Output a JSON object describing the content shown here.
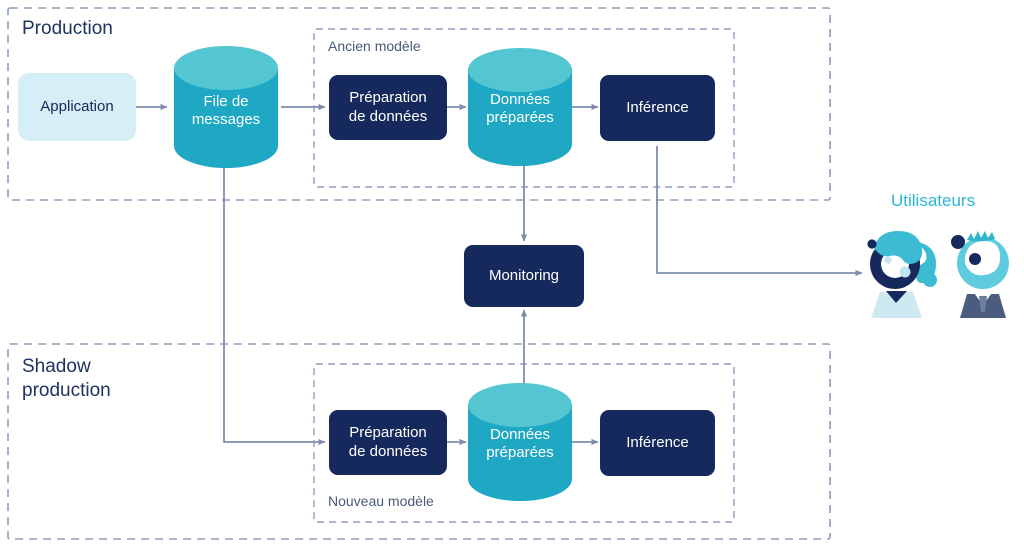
{
  "diagram": {
    "title_hidden": "",
    "colors": {
      "navy": "#16295c",
      "teal": "#1fa8c4",
      "teal_light": "#53c6d2",
      "pale_blue": "#d6eef5",
      "cyan_text": "#29b6d8",
      "dashed_border": "#8d9cbd",
      "arrow": "#7d8ead",
      "zone_text": "#1d3461",
      "sub_text": "#4a5a7a"
    },
    "zones": [
      {
        "id": "production",
        "label": "Production"
      },
      {
        "id": "shadow-production",
        "label": "Shadow\nproduction"
      }
    ],
    "subzones": [
      {
        "id": "ancien-modele",
        "label": "Ancien modèle"
      },
      {
        "id": "nouveau-modele",
        "label": "Nouveau modèle"
      }
    ],
    "nodes": {
      "application": {
        "label": "Application",
        "shape": "rounded-rect",
        "fill": "pale_blue"
      },
      "file_de_messages": {
        "label": "File de\nmessages",
        "shape": "cylinder",
        "fill": "teal"
      },
      "prep_old": {
        "label": "Préparation\nde données",
        "shape": "rounded-rect",
        "fill": "navy"
      },
      "data_old": {
        "label": "Données\npréparées",
        "shape": "cylinder",
        "fill": "teal"
      },
      "inference_old": {
        "label": "Inférence",
        "shape": "rounded-rect",
        "fill": "navy"
      },
      "monitoring": {
        "label": "Monitoring",
        "shape": "rounded-rect",
        "fill": "navy"
      },
      "prep_new": {
        "label": "Préparation\nde données",
        "shape": "rounded-rect",
        "fill": "navy"
      },
      "data_new": {
        "label": "Données\npréparées",
        "shape": "cylinder",
        "fill": "teal"
      },
      "inference_new": {
        "label": "Inférence",
        "shape": "rounded-rect",
        "fill": "navy"
      },
      "users": {
        "label": "Utilisateurs",
        "shape": "illustration"
      }
    },
    "connections": [
      {
        "from": "application",
        "to": "file_de_messages",
        "arrow": true
      },
      {
        "from": "file_de_messages",
        "to": "prep_old",
        "arrow": true
      },
      {
        "from": "prep_old",
        "to": "data_old",
        "arrow": true
      },
      {
        "from": "data_old",
        "to": "inference_old",
        "arrow": true
      },
      {
        "from": "data_old",
        "to": "monitoring",
        "arrow": true
      },
      {
        "from": "inference_old",
        "to": "users",
        "arrow": true
      },
      {
        "from": "file_de_messages",
        "to": "prep_new",
        "arrow": true
      },
      {
        "from": "prep_new",
        "to": "data_new",
        "arrow": true
      },
      {
        "from": "data_new",
        "to": "inference_new",
        "arrow": true
      },
      {
        "from": "data_new",
        "to": "monitoring",
        "arrow": true
      }
    ]
  }
}
